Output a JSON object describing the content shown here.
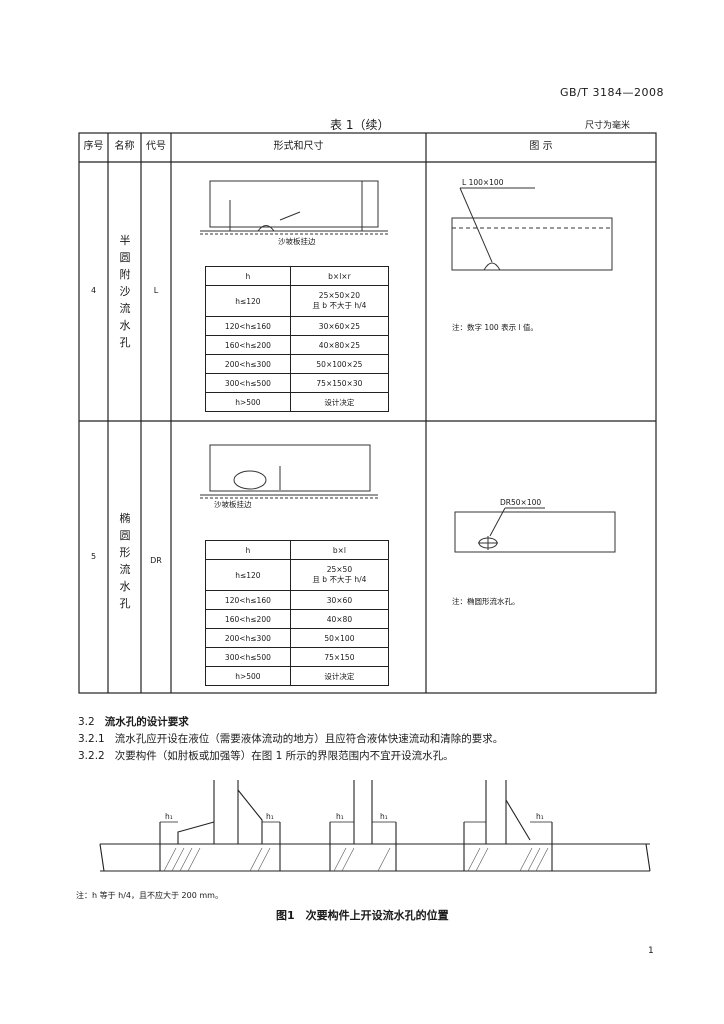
{
  "header": {
    "standard_number": "GB/T 3184—2008"
  },
  "table": {
    "caption": "表 1（续）",
    "note_right": "尺寸为毫米",
    "columns": [
      "序号",
      "名称",
      "代号",
      "形式和尺寸",
      "图 示"
    ],
    "rows": [
      {
        "index": "4",
        "name": "半圆附沙流水孔",
        "code": "L",
        "form_label": "沙坡板挂边",
        "sub_table": {
          "head": [
            "h",
            "b×l×r"
          ],
          "rows": [
            [
              "h≤120",
              "25×50×20\n且 b 不大于 h/4"
            ],
            [
              "120<h≤160",
              "30×60×25"
            ],
            [
              "160<h≤200",
              "40×80×25"
            ],
            [
              "200<h≤300",
              "50×100×25"
            ],
            [
              "300<h≤500",
              "75×150×30"
            ],
            [
              "h>500",
              "设计决定"
            ]
          ]
        },
        "figure_label": "L 100×100",
        "figure_note": "注：数字 100 表示 l 值。"
      },
      {
        "index": "5",
        "name": "椭圆形流水孔",
        "code": "DR",
        "form_label": "沙坡板挂边",
        "sub_table": {
          "head": [
            "h",
            "b×l"
          ],
          "rows": [
            [
              "h≤120",
              "25×50\n且 b 不大于 h/4"
            ],
            [
              "120<h≤160",
              "30×60"
            ],
            [
              "160<h≤200",
              "40×80"
            ],
            [
              "200<h≤300",
              "50×100"
            ],
            [
              "300<h≤500",
              "75×150"
            ],
            [
              "h>500",
              "设计决定"
            ]
          ]
        },
        "figure_label": "DR50×100",
        "figure_note": "注：椭圆形流水孔。"
      }
    ]
  },
  "sections": [
    {
      "num": "3.2",
      "text": "流水孔的设计要求"
    },
    {
      "num": "3.2.1",
      "text": "流水孔应开设在液位（需要液体流动的地方）且应符合液体快速流动和清除的要求。"
    },
    {
      "num": "3.2.2",
      "text": "次要构件（如肘板或加强等）在图 1 所示的界限范围内不宜开设流水孔。"
    }
  ],
  "figure1": {
    "note": "注：h 等于 h/4，且不应大于 200 mm。",
    "caption": "图1　次要构件上开设流水孔的位置",
    "dim_labels": [
      "h₁",
      "h₁",
      "h₁",
      "h₁",
      "h₁"
    ]
  },
  "page_number": "1"
}
